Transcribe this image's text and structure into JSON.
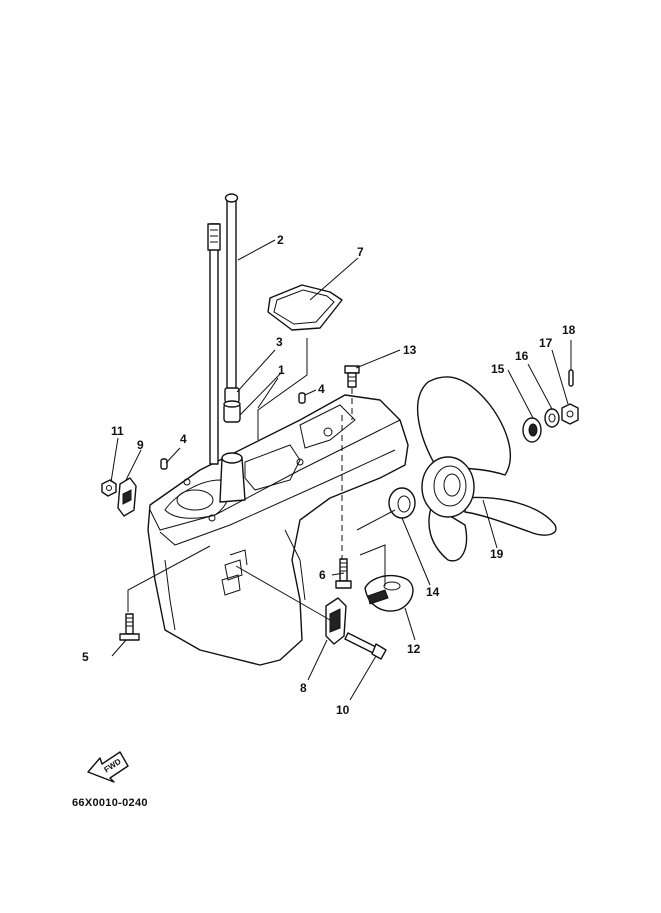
{
  "diagram_code": "66X0010-0240",
  "fwd_label": "FWD",
  "callouts": [
    {
      "id": "c1",
      "text": "1"
    },
    {
      "id": "c2",
      "text": "2"
    },
    {
      "id": "c3",
      "text": "3"
    },
    {
      "id": "c4a",
      "text": "4"
    },
    {
      "id": "c4b",
      "text": "4"
    },
    {
      "id": "c5",
      "text": "5"
    },
    {
      "id": "c6",
      "text": "6"
    },
    {
      "id": "c7",
      "text": "7"
    },
    {
      "id": "c8",
      "text": "8"
    },
    {
      "id": "c9",
      "text": "9"
    },
    {
      "id": "c10",
      "text": "10"
    },
    {
      "id": "c11",
      "text": "11"
    },
    {
      "id": "c12",
      "text": "12"
    },
    {
      "id": "c13",
      "text": "13"
    },
    {
      "id": "c14",
      "text": "14"
    },
    {
      "id": "c15",
      "text": "15"
    },
    {
      "id": "c16",
      "text": "16"
    },
    {
      "id": "c17",
      "text": "17"
    },
    {
      "id": "c18",
      "text": "18"
    },
    {
      "id": "c19",
      "text": "19"
    }
  ]
}
